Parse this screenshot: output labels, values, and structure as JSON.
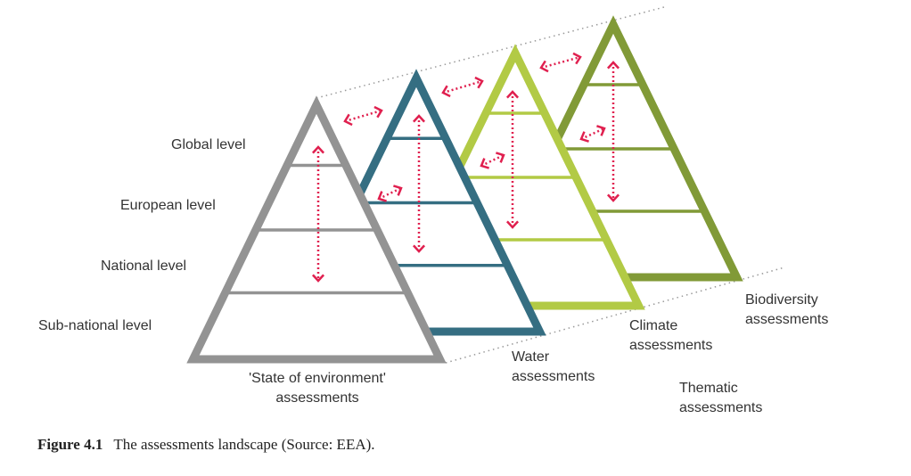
{
  "levels": [
    "Global level",
    "European level",
    "National level",
    "Sub-national level"
  ],
  "pyramids": [
    {
      "name": "Biodiversity",
      "label": "Biodiversity assessments",
      "color": "#819a37"
    },
    {
      "name": "Climate",
      "label": "Climate assessments",
      "color": "#b2ca45"
    },
    {
      "name": "Water",
      "label": "Water assessments",
      "color": "#356e82"
    },
    {
      "name": "State of environment",
      "label": "'State of environment' assessments",
      "color": "#939393"
    }
  ],
  "thematic_label": "Thematic assessments",
  "arrow_color": "#e0204f",
  "caption": {
    "number": "Figure 4.1",
    "text": "The assessments landscape (Source: EEA)."
  }
}
